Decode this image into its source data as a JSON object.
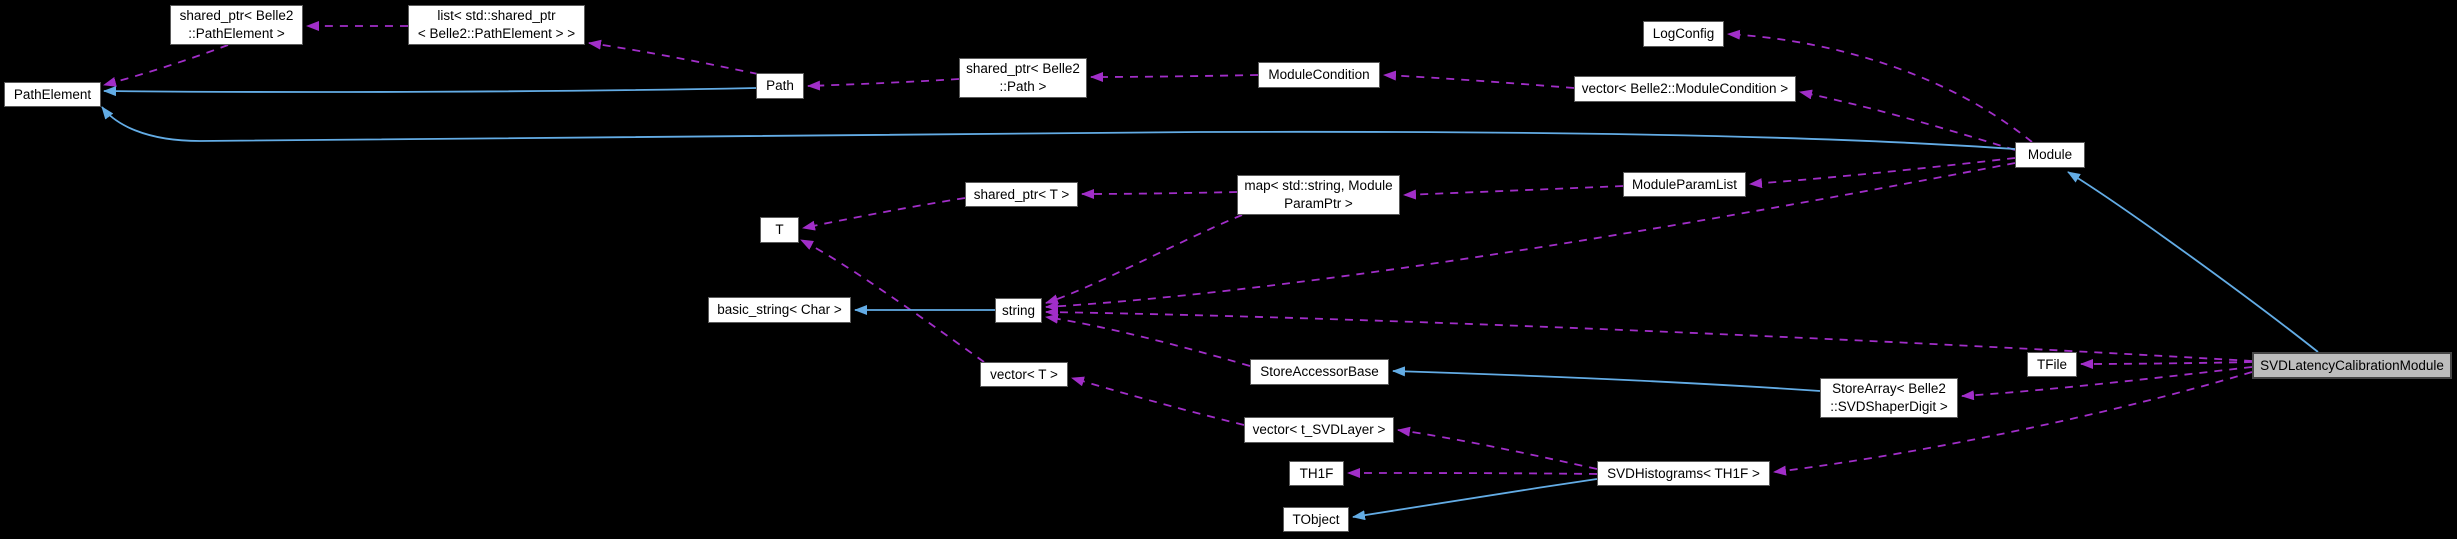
{
  "diagram": {
    "kind": "collaboration-graph",
    "main_node": "SVDLatencyCalibrationModule",
    "colors": {
      "background": "#000000",
      "usage_edge": "#a12ec8",
      "inheritance_edge": "#63ace5",
      "node_fill": "#ffffff",
      "node_border": "#5b5b5b",
      "main_node_fill": "#bdbdbd",
      "text": "#000000"
    },
    "nodes": [
      {
        "id": "path_element",
        "label": [
          "PathElement"
        ],
        "main": false
      },
      {
        "id": "shared_ptr_path_element",
        "label": [
          "shared_ptr< Belle2",
          "::PathElement >"
        ],
        "main": false
      },
      {
        "id": "list_shared_ptr_path_element",
        "label": [
          "list< std::shared_ptr",
          "< Belle2::PathElement > >"
        ],
        "main": false
      },
      {
        "id": "path",
        "label": [
          "Path"
        ],
        "main": false
      },
      {
        "id": "shared_ptr_path",
        "label": [
          "shared_ptr< Belle2",
          "::Path >"
        ],
        "main": false
      },
      {
        "id": "module_condition",
        "label": [
          "ModuleCondition"
        ],
        "main": false
      },
      {
        "id": "log_config",
        "label": [
          "LogConfig"
        ],
        "main": false
      },
      {
        "id": "vector_module_condition",
        "label": [
          "vector< Belle2::ModuleCondition >"
        ],
        "main": false
      },
      {
        "id": "module",
        "label": [
          "Module"
        ],
        "main": false
      },
      {
        "id": "shared_ptr_t",
        "label": [
          "shared_ptr< T >"
        ],
        "main": false
      },
      {
        "id": "map_string_module_param_ptr",
        "label": [
          "map< std::string, Module",
          "ParamPtr >"
        ],
        "main": false
      },
      {
        "id": "module_param_list",
        "label": [
          "ModuleParamList"
        ],
        "main": false
      },
      {
        "id": "t",
        "label": [
          "T"
        ],
        "main": false
      },
      {
        "id": "basic_string_char",
        "label": [
          "basic_string< Char >"
        ],
        "main": false
      },
      {
        "id": "string",
        "label": [
          "string"
        ],
        "main": false
      },
      {
        "id": "vector_t",
        "label": [
          "vector< T >"
        ],
        "main": false
      },
      {
        "id": "store_accessor_base",
        "label": [
          "StoreAccessorBase"
        ],
        "main": false
      },
      {
        "id": "vector_t_svdlayer",
        "label": [
          "vector< t_SVDLayer >"
        ],
        "main": false
      },
      {
        "id": "th1f",
        "label": [
          "TH1F"
        ],
        "main": false
      },
      {
        "id": "svd_histograms_th1f",
        "label": [
          "SVDHistograms< TH1F >"
        ],
        "main": false
      },
      {
        "id": "tobject",
        "label": [
          "TObject"
        ],
        "main": false
      },
      {
        "id": "store_array_svd_shaper_digit",
        "label": [
          "StoreArray< Belle2",
          "::SVDShaperDigit >"
        ],
        "main": false
      },
      {
        "id": "tfile",
        "label": [
          "TFile"
        ],
        "main": false
      },
      {
        "id": "svd_latency_calibration_module",
        "label": [
          "SVDLatencyCalibrationModule"
        ],
        "main": true
      }
    ],
    "edges": [
      {
        "from": "shared_ptr_path_element",
        "to": "path_element",
        "relation": "uses"
      },
      {
        "from": "list_shared_ptr_path_element",
        "to": "shared_ptr_path_element",
        "relation": "uses"
      },
      {
        "from": "path",
        "to": "list_shared_ptr_path_element",
        "relation": "uses"
      },
      {
        "from": "shared_ptr_path",
        "to": "path",
        "relation": "uses"
      },
      {
        "from": "module_condition",
        "to": "shared_ptr_path",
        "relation": "uses"
      },
      {
        "from": "vector_module_condition",
        "to": "module_condition",
        "relation": "uses"
      },
      {
        "from": "module",
        "to": "log_config",
        "relation": "uses"
      },
      {
        "from": "module",
        "to": "vector_module_condition",
        "relation": "uses"
      },
      {
        "from": "module",
        "to": "module_param_list",
        "relation": "uses"
      },
      {
        "from": "module_param_list",
        "to": "map_string_module_param_ptr",
        "relation": "uses"
      },
      {
        "from": "map_string_module_param_ptr",
        "to": "shared_ptr_t",
        "relation": "uses"
      },
      {
        "from": "shared_ptr_t",
        "to": "t",
        "relation": "uses"
      },
      {
        "from": "vector_t",
        "to": "t",
        "relation": "uses"
      },
      {
        "from": "map_string_module_param_ptr",
        "to": "string",
        "relation": "uses"
      },
      {
        "from": "module",
        "to": "string",
        "relation": "uses"
      },
      {
        "from": "svd_latency_calibration_module",
        "to": "string",
        "relation": "uses"
      },
      {
        "from": "store_accessor_base",
        "to": "string",
        "relation": "uses"
      },
      {
        "from": "svd_latency_calibration_module",
        "to": "tfile",
        "relation": "uses"
      },
      {
        "from": "svd_latency_calibration_module",
        "to": "store_array_svd_shaper_digit",
        "relation": "uses"
      },
      {
        "from": "svd_latency_calibration_module",
        "to": "svd_histograms_th1f",
        "relation": "uses"
      },
      {
        "from": "svd_histograms_th1f",
        "to": "vector_t_svdlayer",
        "relation": "uses"
      },
      {
        "from": "svd_histograms_th1f",
        "to": "th1f",
        "relation": "uses"
      },
      {
        "from": "vector_t_svdlayer",
        "to": "vector_t",
        "relation": "uses"
      },
      {
        "from": "string",
        "to": "basic_string_char",
        "relation": "inherits"
      },
      {
        "from": "path",
        "to": "path_element",
        "relation": "inherits"
      },
      {
        "from": "module",
        "to": "path_element",
        "relation": "inherits"
      },
      {
        "from": "store_array_svd_shaper_digit",
        "to": "store_accessor_base",
        "relation": "inherits"
      },
      {
        "from": "svd_histograms_th1f",
        "to": "tobject",
        "relation": "inherits"
      },
      {
        "from": "svd_latency_calibration_module",
        "to": "module",
        "relation": "inherits"
      }
    ]
  }
}
